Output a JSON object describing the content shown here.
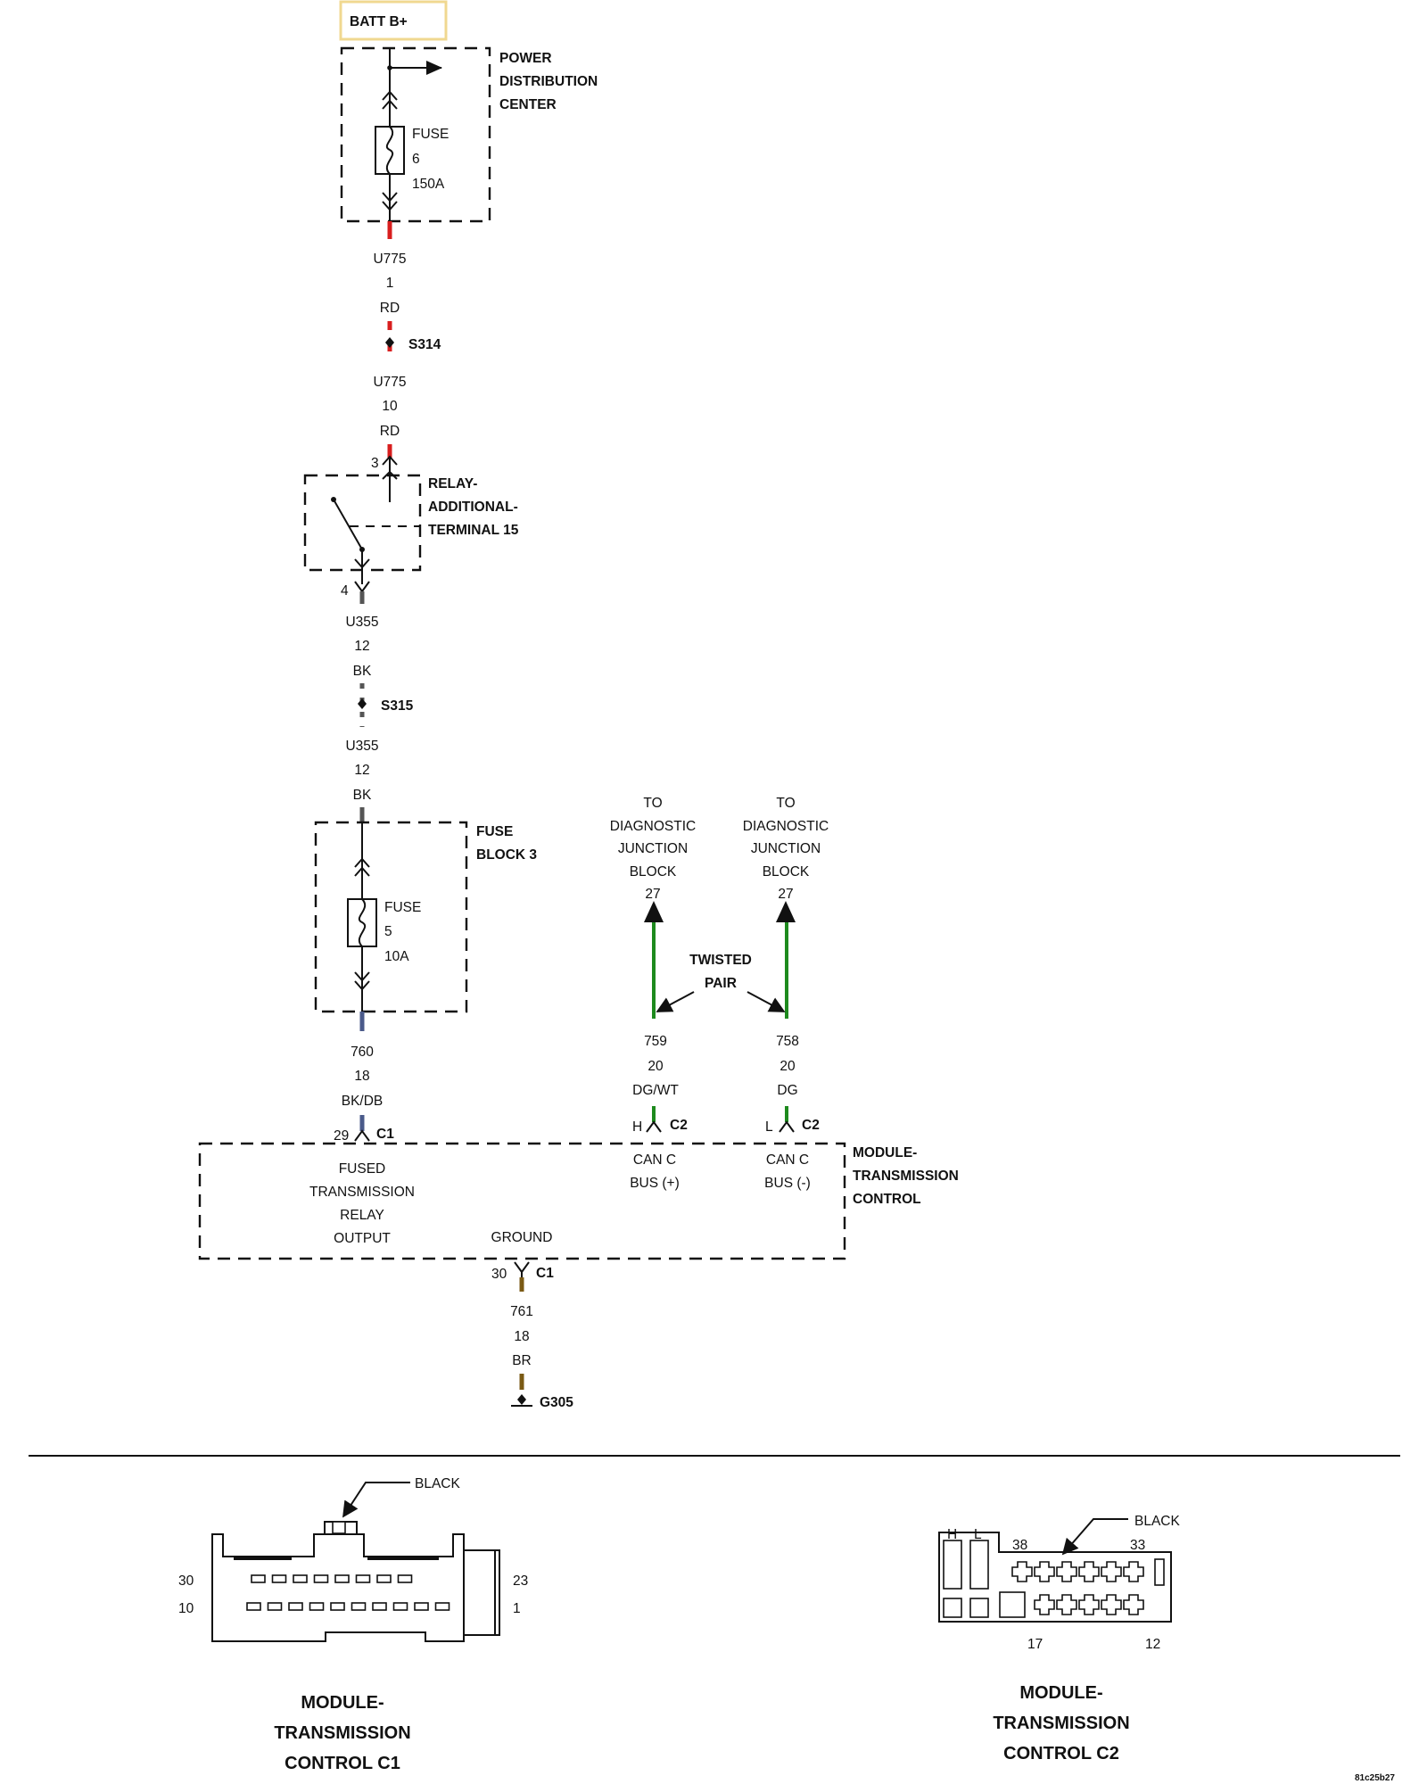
{
  "batt": "BATT B+",
  "pdc": {
    "line1": "POWER",
    "line2": "DISTRIBUTION",
    "line3": "CENTER"
  },
  "fuse6": {
    "label": "FUSE",
    "num": "6",
    "amp": "150A"
  },
  "wire_u775_a": {
    "circuit": "U775",
    "gauge": "1",
    "color": "RD"
  },
  "splice_s314": "S314",
  "wire_u775_b": {
    "circuit": "U775",
    "gauge": "10",
    "color": "RD"
  },
  "relay": {
    "pin_in": "3",
    "pin_out": "4",
    "line1": "RELAY-",
    "line2": "ADDITIONAL-",
    "line3": "TERMINAL 15"
  },
  "wire_u355_a": {
    "circuit": "U355",
    "gauge": "12",
    "color": "BK"
  },
  "splice_s315": "S315",
  "wire_u355_b": {
    "circuit": "U355",
    "gauge": "12",
    "color": "BK"
  },
  "fuse_block": {
    "line1": "FUSE",
    "line2": "BLOCK 3"
  },
  "fuse5": {
    "label": "FUSE",
    "num": "5",
    "amp": "10A"
  },
  "diag_left": {
    "line1": "TO",
    "line2": "DIAGNOSTIC",
    "line3": "JUNCTION",
    "line4": "BLOCK",
    "pin": "27"
  },
  "diag_right": {
    "line1": "TO",
    "line2": "DIAGNOSTIC",
    "line3": "JUNCTION",
    "line4": "BLOCK",
    "pin": "27"
  },
  "twisted": {
    "line1": "TWISTED",
    "line2": "PAIR"
  },
  "wire_760": {
    "circuit": "760",
    "gauge": "18",
    "color": "BK/DB"
  },
  "wire_759": {
    "circuit": "759",
    "gauge": "20",
    "color": "DG/WT"
  },
  "wire_758": {
    "circuit": "758",
    "gauge": "20",
    "color": "DG"
  },
  "pins": {
    "p29": "29",
    "c1_top": "C1",
    "h": "H",
    "c2_h": "C2",
    "l": "L",
    "c2_l": "C2",
    "p30": "30",
    "c1_bottom": "C1"
  },
  "module": {
    "fused": {
      "line1": "FUSED",
      "line2": "TRANSMISSION",
      "line3": "RELAY",
      "line4": "OUTPUT"
    },
    "ground": "GROUND",
    "canh": {
      "line1": "CAN C",
      "line2": "BUS (+)"
    },
    "canl": {
      "line1": "CAN C",
      "line2": "BUS (-)"
    },
    "name": {
      "line1": "MODULE-",
      "line2": "TRANSMISSION",
      "line3": "CONTROL"
    }
  },
  "wire_761": {
    "circuit": "761",
    "gauge": "18",
    "color": "BR"
  },
  "ground_g305": "G305",
  "conn_c1": {
    "color_label": "BLACK",
    "pin_tl": "30",
    "pin_bl": "10",
    "pin_tr": "23",
    "pin_br": "1",
    "title1": "MODULE-",
    "title2": "TRANSMISSION",
    "title3": "CONTROL C1"
  },
  "conn_c2": {
    "color_label": "BLACK",
    "pin_h": "H",
    "pin_l": "L",
    "pin_38": "38",
    "pin_33": "33",
    "pin_17": "17",
    "pin_12": "12",
    "title1": "MODULE-",
    "title2": "TRANSMISSION",
    "title3": "CONTROL C2"
  },
  "doc_id": "81c25b27",
  "wire_colors": {
    "RD": "#d81e1e",
    "BK": "#555555",
    "BK/DB": "#4a5a8a",
    "DG": "#1e8a1e",
    "BR": "#7a5a14"
  }
}
